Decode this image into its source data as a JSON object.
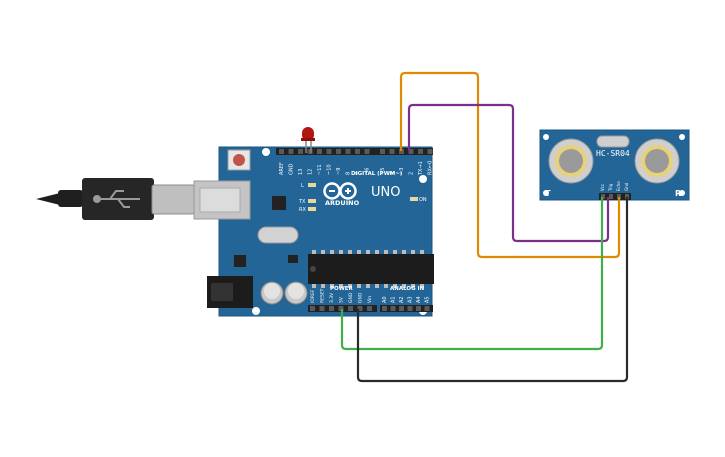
{
  "board": {
    "brand": "ARDUINO",
    "model": "UNO",
    "digital_header_label": "DIGITAL (PWM~)",
    "power_label": "POWER",
    "analog_label": "ANALOG IN",
    "on_label": "ON",
    "l_label": "L",
    "tx_label": "TX",
    "rx_label": "RX",
    "digital_pins": [
      "AREF",
      "GND",
      "13",
      "12",
      "~11",
      "~10",
      "~9",
      "8",
      "7",
      "~6",
      "~5",
      "4",
      "~3",
      "2",
      "TX→1",
      "RX←0"
    ],
    "power_pins": [
      "IOREF",
      "RESET",
      "3.3V",
      "5V",
      "GND",
      "GND",
      "Vin"
    ],
    "analog_pins": [
      "A0",
      "A1",
      "A2",
      "A3",
      "A4",
      "A5"
    ]
  },
  "sensor": {
    "model": "HC-SR04",
    "left_mark": "T",
    "right_mark": "R",
    "pins": [
      "Vcc",
      "Trig",
      "Echo",
      "Gnd"
    ]
  },
  "wires": {
    "colors": {
      "orange": "#e08a00",
      "purple": "#7b2e8c",
      "green": "#3fb049",
      "black": "#2a2a2a"
    }
  }
}
